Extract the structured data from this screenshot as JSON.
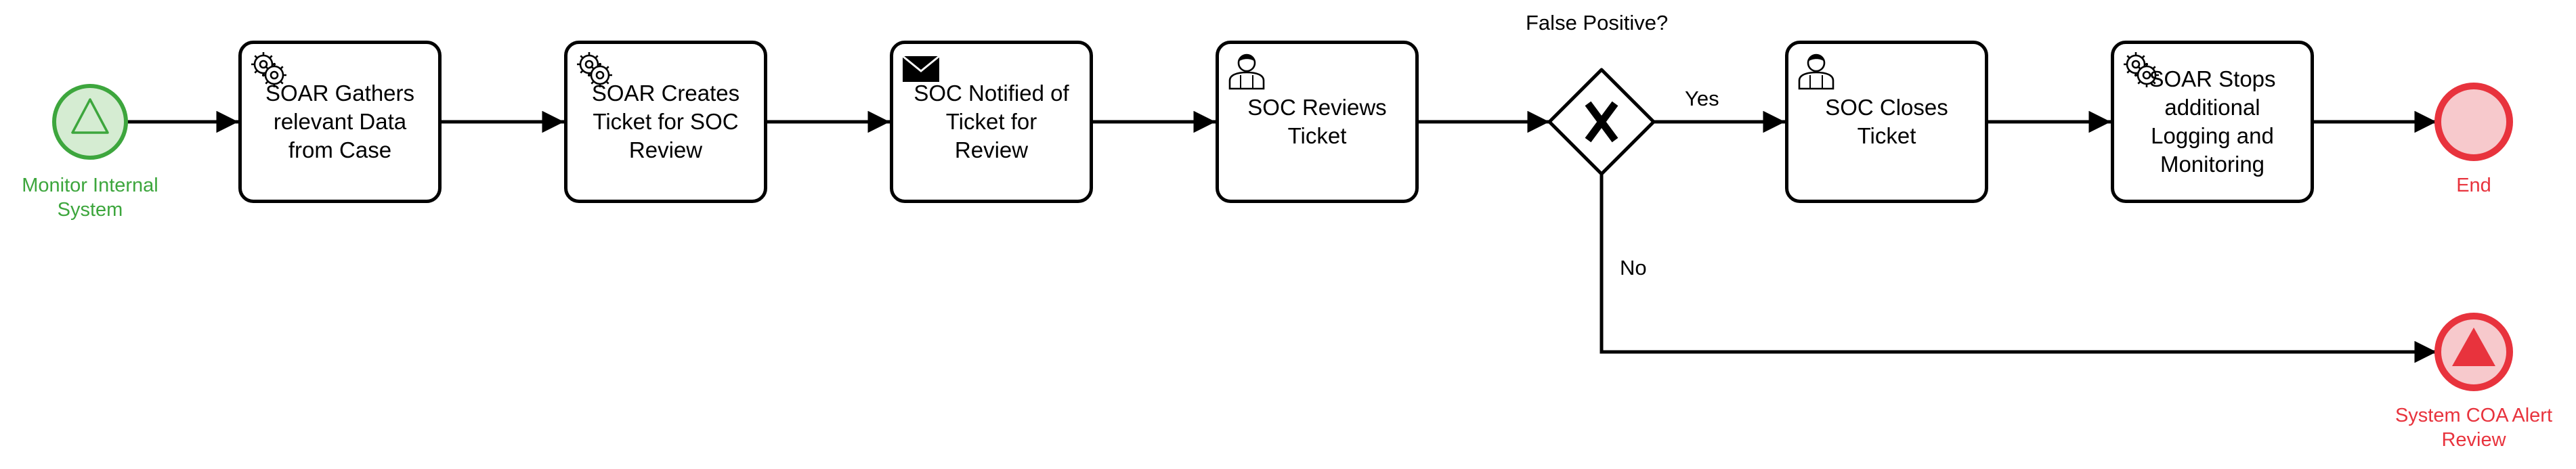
{
  "diagram": {
    "colors": {
      "start": "#3da63d",
      "start_fill": "#d5ecd2",
      "end": "#e8333d",
      "end_fill": "#f7c9cc",
      "line": "#000000"
    },
    "start_event": {
      "label": "Monitor Internal\nSystem",
      "icon": "triangle-outline-icon"
    },
    "tasks": [
      {
        "label": "SOAR Gathers\nrelevant Data\nfrom Case",
        "icon": "gear-icon"
      },
      {
        "label": "SOAR Creates\nTicket for SOC\nReview",
        "icon": "gear-icon"
      },
      {
        "label": "SOC Notified of\nTicket for\nReview",
        "icon": "envelope-icon"
      },
      {
        "label": "SOC Reviews\nTicket",
        "icon": "user-icon"
      },
      {
        "label": "SOC Closes\nTicket",
        "icon": "user-icon"
      },
      {
        "label": "SOAR Stops\nadditional\nLogging and\nMonitoring",
        "icon": "gear-icon"
      }
    ],
    "gateway": {
      "label": "False Positive?",
      "icon": "x-icon",
      "yes_label": "Yes",
      "no_label": "No"
    },
    "end_event": {
      "label": "End"
    },
    "escalation_event": {
      "label": "System COA Alert\nReview",
      "icon": "triangle-filled-icon"
    }
  }
}
